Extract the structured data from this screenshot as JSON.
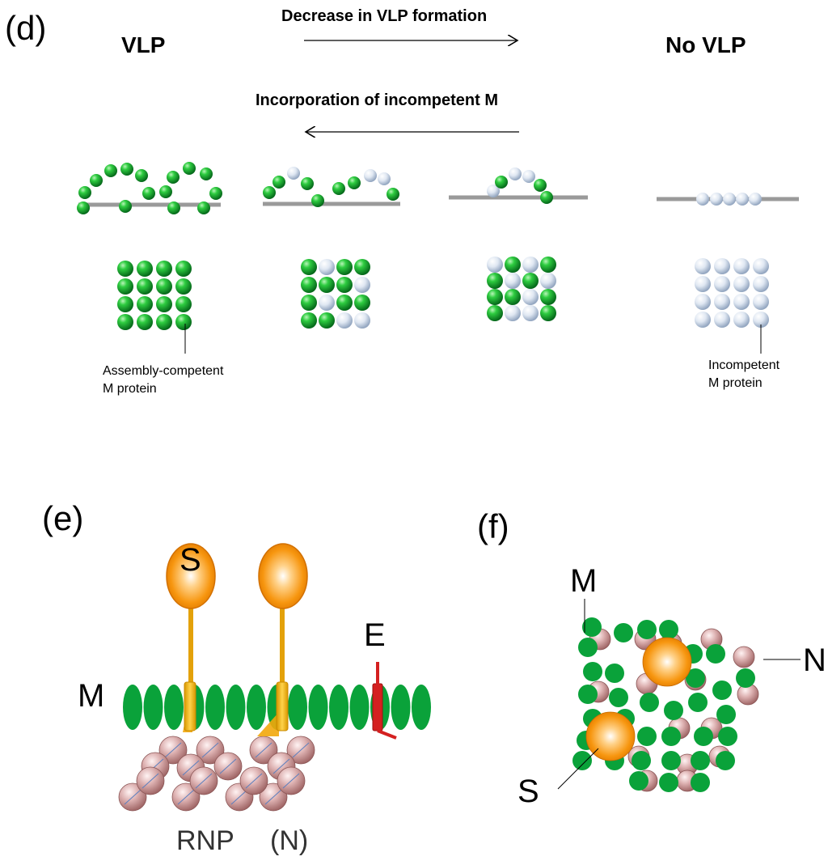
{
  "panel_d": {
    "label": "(d)",
    "left_title": "VLP",
    "right_title": "No VLP",
    "top_arrow_text": "Decrease in VLP formation",
    "bottom_arrow_text": "Incorporation of incompetent M",
    "callout_left": [
      "Assembly-competent",
      "M protein"
    ],
    "callout_right": [
      "Incompetent",
      "M protein"
    ]
  },
  "panel_e": {
    "label": "(e)",
    "s_label": "S",
    "e_label": "E",
    "m_label": "M",
    "rnp_label": "RNP",
    "n_label": "(N)"
  },
  "panel_f": {
    "label": "(f)",
    "m_label": "M",
    "n_label": "N",
    "s_label": "S"
  },
  "colors": {
    "competent_green": "#0a8f2a",
    "incompetent_blue": "#c9d6e6",
    "spike_orange": "#f5900a",
    "nucleocapsid_pink": "#d9a9a9",
    "envelope_red": "#d42020",
    "membrane_gray": "#999999"
  }
}
